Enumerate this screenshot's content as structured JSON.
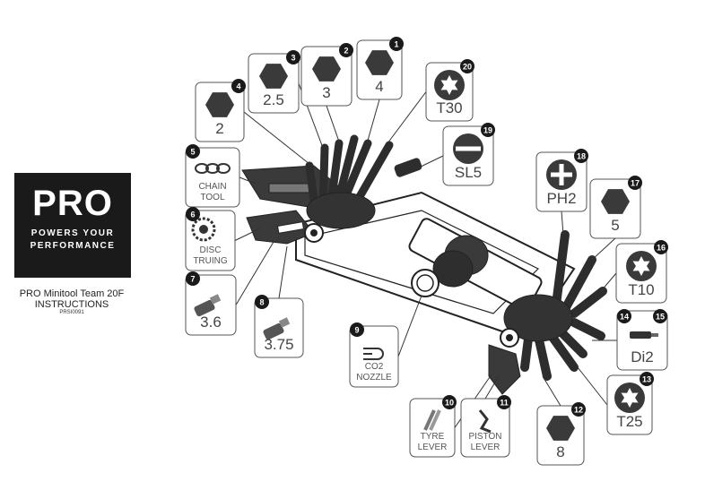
{
  "logo": {
    "wordmark": "PRO",
    "tagline_line1": "POWERS YOUR",
    "tagline_line2": "PERFORMANCE"
  },
  "document": {
    "title_line1": "PRO Minitool Team 20F",
    "title_line2": "INSTRUCTIONS",
    "code": "PRSI0091"
  },
  "tools": [
    {
      "number": "1",
      "label": "4",
      "icon": "hex-icon"
    },
    {
      "number": "2",
      "label": "3",
      "icon": "hex-icon"
    },
    {
      "number": "3",
      "label": "2.5",
      "icon": "hex-icon"
    },
    {
      "number": "4",
      "label": "2",
      "icon": "hex-icon"
    },
    {
      "number": "5",
      "label_line1": "CHAIN",
      "label_line2": "TOOL",
      "icon": "chain-icon"
    },
    {
      "number": "6",
      "label_line1": "DISC",
      "label_line2": "TRUING",
      "icon": "disc-rotor-icon"
    },
    {
      "number": "7",
      "label": "3.6",
      "icon": "spoke-key-icon"
    },
    {
      "number": "8",
      "label": "3.75",
      "icon": "spoke-key-icon"
    },
    {
      "number": "9",
      "label_line1": "CO2",
      "label_line2": "NOZZLE",
      "icon": "co2-nozzle-icon"
    },
    {
      "number": "10",
      "label_line1": "TYRE",
      "label_line2": "LEVER",
      "icon": "tyre-lever-icon"
    },
    {
      "number": "11",
      "label_line1": "PISTON",
      "label_line2": "LEVER",
      "icon": "piston-lever-icon"
    },
    {
      "number": "12",
      "label": "8",
      "icon": "hex-icon"
    },
    {
      "number": "13",
      "label": "T25",
      "icon": "torx-icon"
    },
    {
      "number": "14",
      "label": "Di2",
      "icon": "di2-tool-icon"
    },
    {
      "number": "15",
      "label": "Di2",
      "icon": "di2-tool-icon"
    },
    {
      "number": "16",
      "label": "T10",
      "icon": "torx-icon"
    },
    {
      "number": "17",
      "label": "5",
      "icon": "hex-icon"
    },
    {
      "number": "18",
      "label": "PH2",
      "icon": "phillips-icon"
    },
    {
      "number": "19",
      "label": "SL5",
      "icon": "slotted-icon"
    },
    {
      "number": "20",
      "label": "T30",
      "icon": "torx-icon"
    }
  ],
  "colors": {
    "logo_bg": "#1a1a1a",
    "tool_body": "#ffffff",
    "tool_dark": "#3a3a3a",
    "badge": "#1a1a1a",
    "callout_border": "#555555"
  }
}
